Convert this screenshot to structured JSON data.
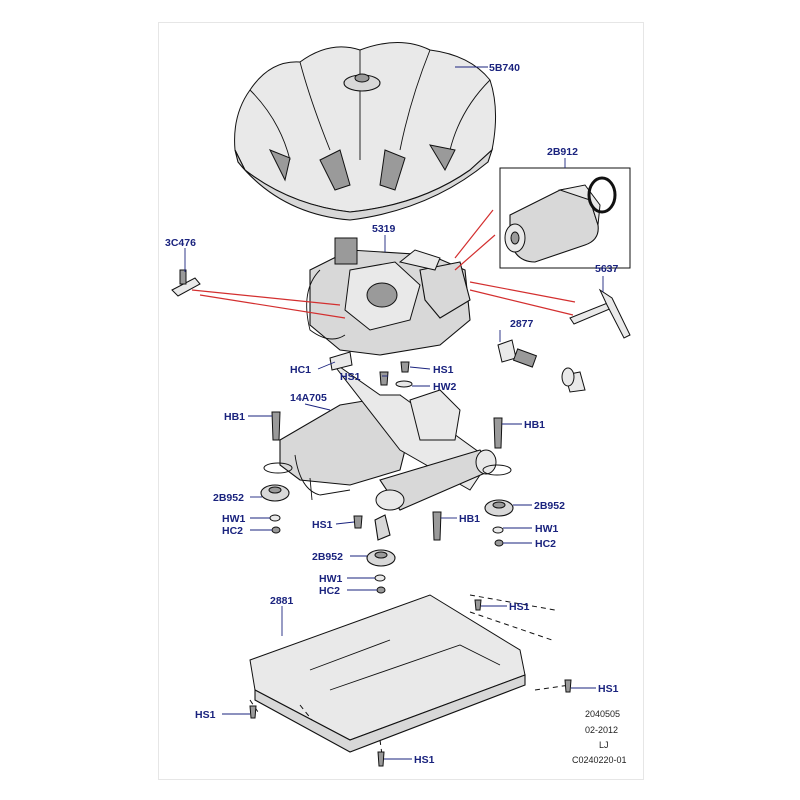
{
  "callouts": {
    "c5B740": "5B740",
    "c2B912": "2B912",
    "c5319": "5319",
    "c3C476": "3C476",
    "c5637": "5637",
    "c2877": "2877",
    "cHC1": "HC1",
    "cHS1a": "HS1",
    "cHS1b": "HS1",
    "cHW2": "HW2",
    "c14A705": "14A705",
    "cHB1a": "HB1",
    "cHB1b": "HB1",
    "cHB1c": "HB1",
    "c2B952a": "2B952",
    "c2B952b": "2B952",
    "c2B952c": "2B952",
    "cHW1a": "HW1",
    "cHC2a": "HC2",
    "cHS1c": "HS1",
    "cHW1b": "HW1",
    "cHC2b": "HC2",
    "cHW1c": "HW1",
    "cHC2c": "HC2",
    "c2881": "2881",
    "cHS1d": "HS1",
    "cHS1e": "HS1",
    "cHS1f": "HS1",
    "cHS1g": "HS1"
  },
  "footer": {
    "line1": "2040505",
    "line2": "02-2012",
    "line3": "LJ",
    "line4": "C0240220-01"
  }
}
